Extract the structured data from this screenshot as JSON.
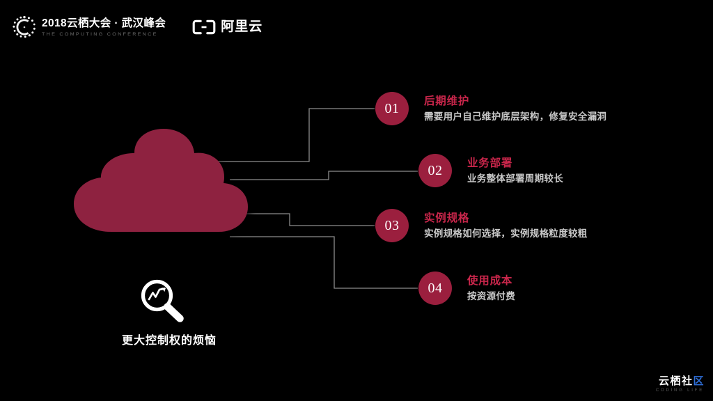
{
  "slide": {
    "background_color": "#000000",
    "cloud_color": "#8e2040",
    "circle_color": "#9b1f3e",
    "title_color": "#c9264b",
    "desc_color": "#c9c9c9",
    "line_color": "#8c8c8c"
  },
  "header": {
    "conference": {
      "mark_icon": "conference-globe-icon",
      "title": "2018云栖大会 · 武汉峰会",
      "subtitle": "THE COMPUTING CONFERENCE"
    },
    "aliyun": {
      "mark_icon": "alibaba-cloud-bracket-icon",
      "name": "阿里云"
    }
  },
  "cloud": {
    "icon": "magnifier-trend-icon",
    "label": "更大控制权的烦恼"
  },
  "items": [
    {
      "number": "01",
      "title": "后期维护",
      "desc": "需要用户自己维护底层架构，修复安全漏洞"
    },
    {
      "number": "02",
      "title": "业务部署",
      "desc": "业务整体部署周期较长"
    },
    {
      "number": "03",
      "title": "实例规格",
      "desc": "实例规格如何选择，实例规格粒度较粗"
    },
    {
      "number": "04",
      "title": "使用成本",
      "desc": "按资源付费"
    }
  ],
  "watermark": {
    "name_part1": "云栖社",
    "name_part2": "区",
    "subtitle": "CODING LIFE"
  }
}
